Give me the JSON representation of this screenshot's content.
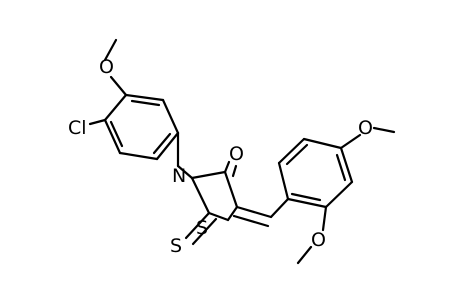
{
  "molecule": {
    "atoms": {
      "methoxy_methyl_top": "",
      "o_methoxy_top": "O",
      "cl": "Cl",
      "n_ring": "N",
      "o_carbonyl": "O",
      "s_thione": "S",
      "s_ring": "S",
      "o_methoxy_right": "O",
      "o_methoxy_bottom": "O"
    }
  }
}
